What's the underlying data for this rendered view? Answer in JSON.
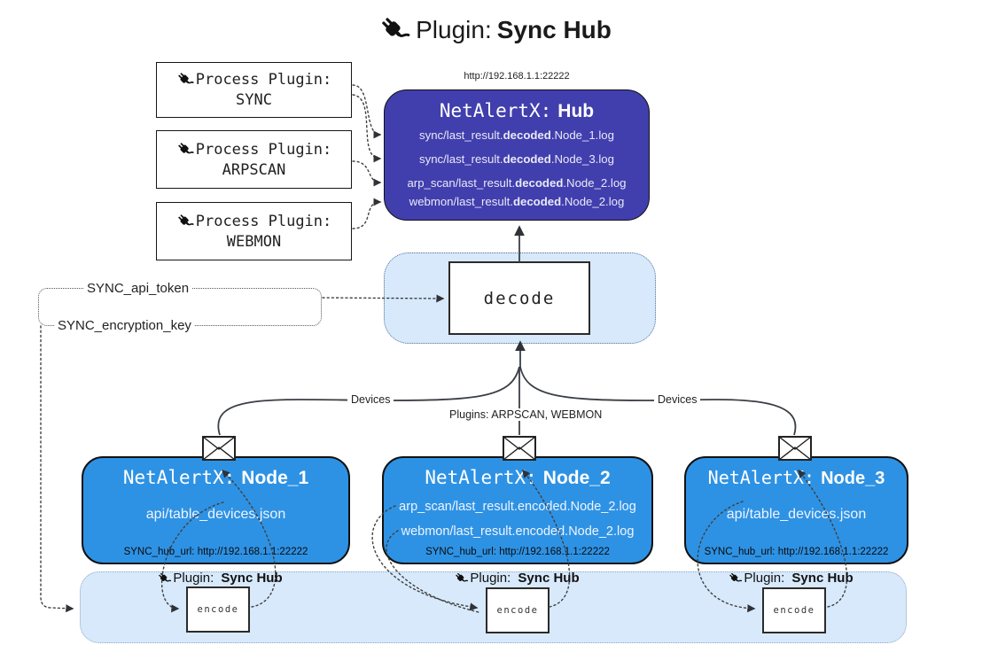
{
  "diagram_title": {
    "prefix": "Plugin:",
    "name": "Sync Hub"
  },
  "process_plugins": [
    {
      "label": "Process Plugin:",
      "name": "SYNC"
    },
    {
      "label": "Process Plugin:",
      "name": "ARPSCAN"
    },
    {
      "label": "Process Plugin:",
      "name": "WEBMON"
    }
  ],
  "hub": {
    "url": "http://192.168.1.1:22222",
    "title_prefix": "NetAlertX:",
    "title_name": "Hub",
    "files": [
      {
        "pre": "sync/last_result.",
        "bold": "decoded",
        "post": ".Node_1.log"
      },
      {
        "pre": "sync/last_result.",
        "bold": "decoded",
        "post": ".Node_3.log"
      },
      {
        "pre": "arp_scan/last_result.",
        "bold": "decoded",
        "post": ".Node_2.log"
      },
      {
        "pre": "webmon/last_result.",
        "bold": "decoded",
        "post": ".Node_2.log"
      }
    ]
  },
  "decode_step": {
    "label": "decode"
  },
  "secrets": {
    "api_token": "SYNC_api_token",
    "encryption_key": "SYNC_encryption_key"
  },
  "edge_labels": {
    "devices_left": "Devices",
    "plugins_center": "Plugins: ARPSCAN, WEBMON",
    "devices_right": "Devices"
  },
  "nodes": [
    {
      "title_prefix": "NetAlertX:",
      "title_name": "Node_1",
      "files": [
        "api/table_devices.json"
      ],
      "hub_url": "SYNC_hub_url: http://192.168.1.1:22222"
    },
    {
      "title_prefix": "NetAlertX:",
      "title_name": "Node_2",
      "files": [
        "arp_scan/last_result.encoded.Node_2.log",
        "webmon/last_result.encoded.Node_2.log"
      ],
      "hub_url": "SYNC_hub_url: http://192.168.1.1:22222"
    },
    {
      "title_prefix": "NetAlertX:",
      "title_name": "Node_3",
      "files": [
        "api/table_devices.json"
      ],
      "hub_url": "SYNC_hub_url: http://192.168.1.1:22222"
    }
  ],
  "encode_band": {
    "encode_label": "encode",
    "labels": [
      {
        "prefix": "Plugin:",
        "name": "Sync Hub"
      },
      {
        "prefix": "Plugin:",
        "name": "Sync Hub"
      },
      {
        "prefix": "Plugin:",
        "name": "Sync Hub"
      }
    ]
  },
  "colors": {
    "hub_fill": "#413fad",
    "node_fill": "#2e92e4",
    "panel_fill": "#d7e9fb",
    "line": "#3a3a3a"
  }
}
